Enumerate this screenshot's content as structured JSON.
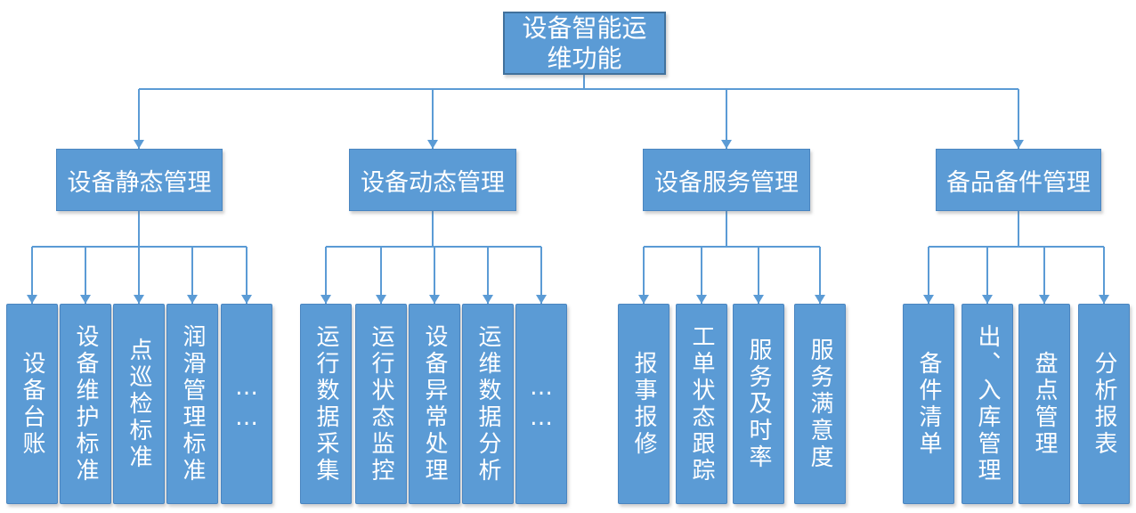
{
  "diagram": {
    "title": "设备智能运维功能",
    "root": {
      "label": "设备智能运维功能"
    },
    "branches": [
      {
        "label": "设备静态管理",
        "children": [
          "设备台账",
          "设备维护标准",
          "点巡检标准",
          "润滑管理标准",
          "……"
        ]
      },
      {
        "label": "设备动态管理",
        "children": [
          "运行数据采集",
          "运行状态监控",
          "设备异常处理",
          "运维数据分析",
          "……"
        ]
      },
      {
        "label": "设备服务管理",
        "children": [
          "报事报修",
          "工单状态跟踪",
          "服务及时率",
          "服务满意度"
        ]
      },
      {
        "label": "备品备件管理",
        "children": [
          "备件清单",
          "出、入库管理",
          "盘点管理",
          "分析报表"
        ]
      }
    ],
    "colors": {
      "node_fill": "#5b9bd5",
      "node_border": "#41719c",
      "connector": "#5b9bd5",
      "text": "#ffffff",
      "background": "#ffffff"
    }
  }
}
